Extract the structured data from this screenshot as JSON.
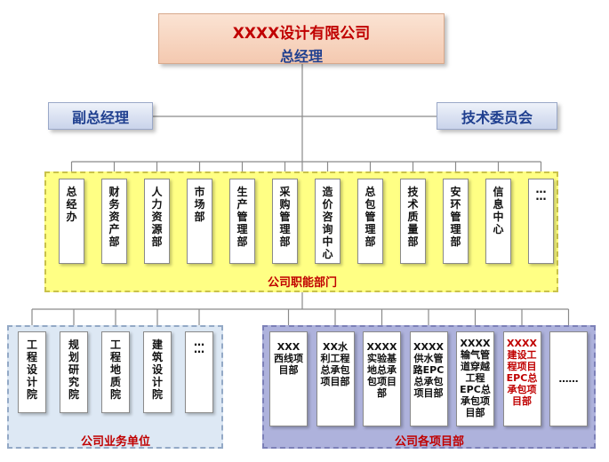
{
  "top": {
    "line1": "XXXX设计有限公司",
    "line2": "总经理"
  },
  "left_box": "副总经理",
  "right_box": "技术委员会",
  "functional": {
    "label": "公司职能部门",
    "items": [
      "总经办",
      "财务资产部",
      "人力资源部",
      "市场部",
      "生产管理部",
      "采购管理部",
      "造价咨询中心",
      "总包管理部",
      "技术质量部",
      "安环管理部",
      "信息中心",
      "……"
    ]
  },
  "business": {
    "label": "公司业务单位",
    "items": [
      "工程设计院",
      "规划研究院",
      "工程地质院",
      "建筑设计院",
      "……"
    ]
  },
  "projects": {
    "label": "公司各项目部",
    "items": [
      {
        "lines": [
          "XXX",
          "西线项",
          "目部"
        ],
        "highlight": false
      },
      {
        "lines": [
          "XX水",
          "利工程",
          "总承包",
          "项目部"
        ],
        "highlight": false
      },
      {
        "lines": [
          "XXXX",
          "实验基",
          "地总承",
          "包项目",
          "部"
        ],
        "highlight": false
      },
      {
        "lines": [
          "XXXX",
          "供水管",
          "路EPC",
          "总承包",
          "项目部"
        ],
        "highlight": false
      },
      {
        "lines": [
          "XXXX",
          "输气管",
          "道穿越",
          "工程",
          "EPC总",
          "承包项",
          "目部"
        ],
        "highlight": false
      },
      {
        "lines": [
          "XXXX",
          "建设工",
          "程项目",
          "EPC总",
          "承包项",
          "目部"
        ],
        "highlight": true
      },
      {
        "lines": [
          "……"
        ],
        "highlight": false
      }
    ]
  }
}
